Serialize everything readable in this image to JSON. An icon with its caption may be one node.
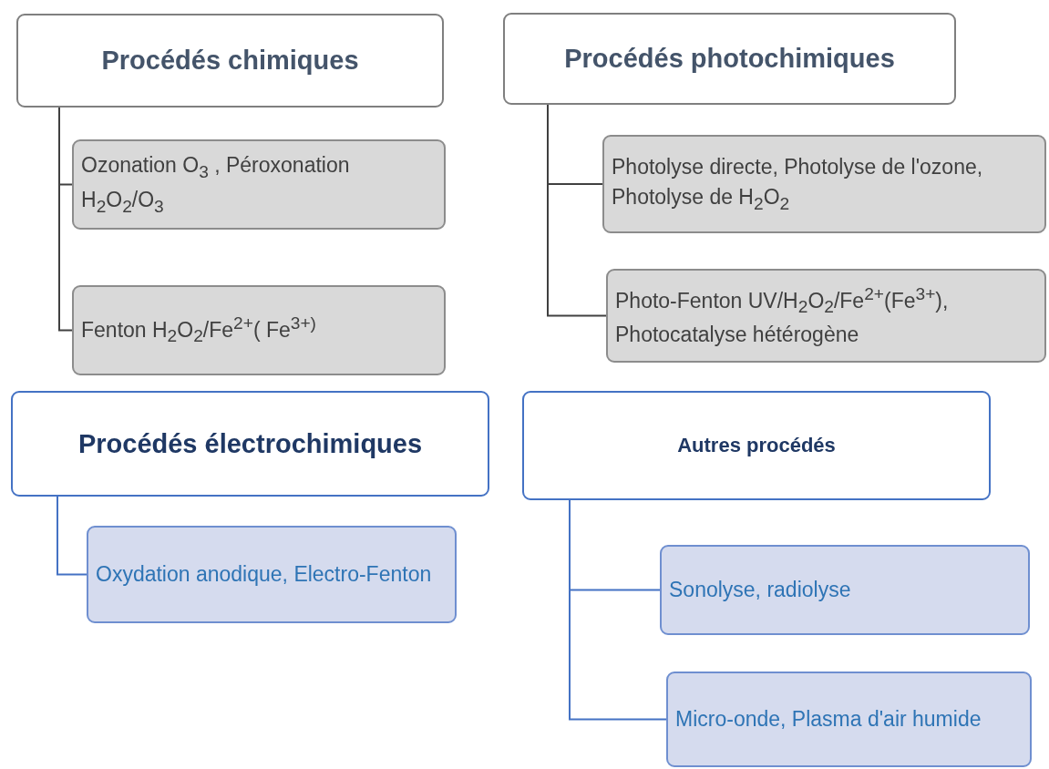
{
  "diagram": {
    "nodes": [
      {
        "text": [
          "Procédés chimiques"
        ]
      },
      {
        "text": [
          "Ozonation O$_{3}$ , Péroxonation H$_{2}$O$_{2}$/O$_{3}$"
        ]
      },
      {
        "text": [
          "Fenton H$_{2}$O$_{2}$/Fe$^{2+}$( Fe$^{3+)}$"
        ]
      },
      {
        "text": [
          "Procédés photochimiques"
        ]
      },
      {
        "text": [
          "Photolyse directe, Photolyse de l'ozone, Photolyse de H$_{2}$O$_{2}$"
        ]
      },
      {
        "text": [
          "Photo-Fenton UV/H$_{2}$O$_{2}$/Fe$^{2+}$(Fe$^{3+}$), Photocatalyse hétérogène"
        ]
      },
      {
        "text": [
          "Procédés électrochimiques"
        ]
      },
      {
        "text": [
          "Oxydation anodique, Electro-Fenton"
        ]
      },
      {
        "text": [
          "Autres procédés"
        ]
      },
      {
        "text": [
          "Sonolyse, radiolyse"
        ]
      },
      {
        "text": [
          "Micro-onde, Plasma d'air humide"
        ]
      }
    ],
    "edges": [
      {
        "from": 0,
        "to": 1,
        "arrow": "none"
      },
      {
        "from": 0,
        "to": 2,
        "arrow": "none"
      },
      {
        "from": 3,
        "to": 4,
        "arrow": "none"
      },
      {
        "from": 3,
        "to": 5,
        "arrow": "none"
      },
      {
        "from": 6,
        "to": 7,
        "arrow": "none",
        "color": "#4472c4"
      },
      {
        "from": 8,
        "to": 9,
        "arrow": "none",
        "color": "#4472c4"
      },
      {
        "from": 8,
        "to": 10,
        "arrow": "none",
        "color": "#4472c4"
      }
    ]
  }
}
